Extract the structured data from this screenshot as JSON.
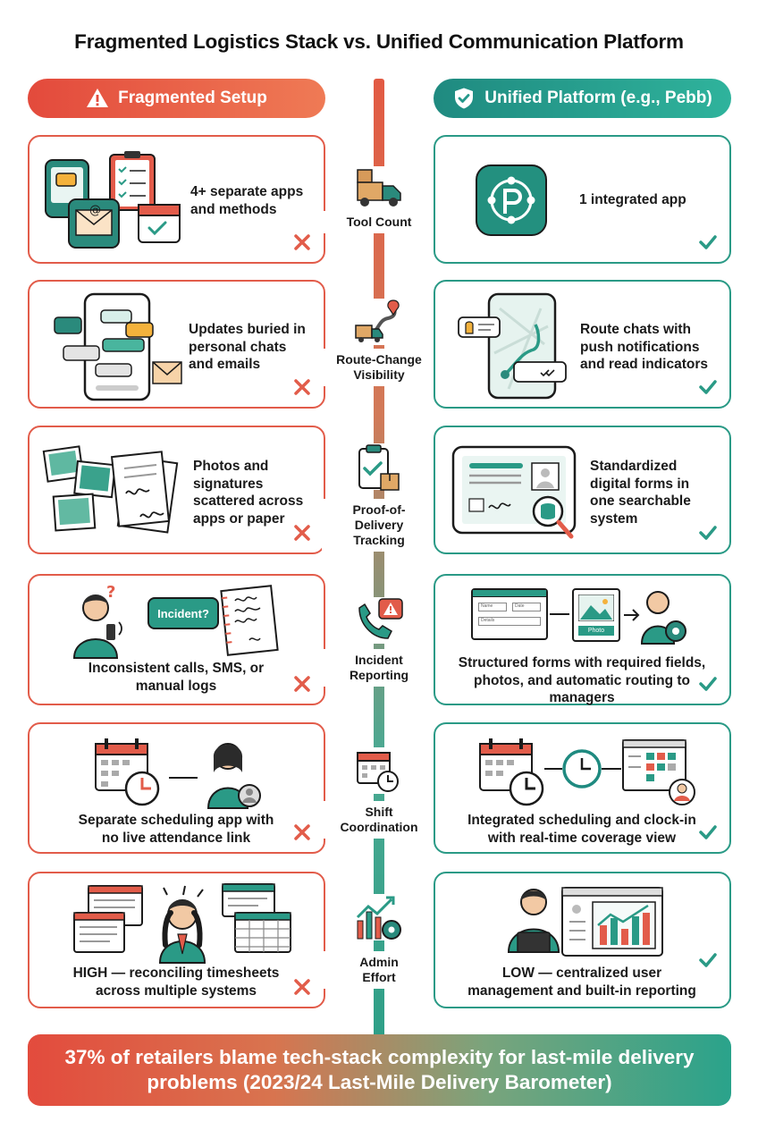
{
  "title": "Fragmented Logistics Stack vs. Unified Communication Platform",
  "headers": {
    "left": "Fragmented Setup",
    "right": "Unified Platform (e.g., Pebb)"
  },
  "rows": [
    {
      "label": "Tool Count",
      "bad": "4+ separate apps\nand methods",
      "good": "1 integrated app"
    },
    {
      "label": "Route-Change\nVisibility",
      "bad": "Updates buried in\npersonal chats\nand emails",
      "good": "Route chats with\npush notifications\nand read indicators"
    },
    {
      "label": "Proof-of-\nDelivery\nTracking",
      "bad": "Photos and\nsignatures\nscattered across\napps or paper",
      "good": "Standardized\ndigital forms in\none searchable\nsystem"
    },
    {
      "label": "Incident\nReporting",
      "bad": "Inconsistent calls, SMS, or\nmanual logs",
      "good": "Structured forms with required fields,\nphotos, and automatic routing to\nmanagers"
    },
    {
      "label": "Shift\nCoordination",
      "bad": "Separate scheduling app with\nno live attendance link",
      "good": "Integrated scheduling and clock-in\nwith real-time coverage view"
    },
    {
      "label": "Admin\nEffort",
      "bad": "HIGH — reconciling timesheets\nacross multiple systems",
      "good": "LOW — centralized user\nmanagement and built-in reporting"
    }
  ],
  "art_text": {
    "incident_bubble": "Incident?",
    "form_field_1": "Name",
    "form_field_2": "Date",
    "form_field_3": "Details",
    "photo_label": "Photo"
  },
  "footer": "37% of retailers blame tech-stack complexity for last-mile delivery problems (2023/24 Last-Mile Delivery Barometer)",
  "colors": {
    "bad": "#e25c4a",
    "good": "#2a9a86",
    "divider_top": "#e25a43",
    "divider_bottom": "#2e9f87"
  },
  "icons": [
    "warning-icon",
    "shield-check-icon",
    "cross-icon",
    "check-icon",
    "truck-icon",
    "route-icon",
    "clipboard-icon",
    "phone-alert-icon",
    "calendar-clock-icon",
    "chart-gear-icon"
  ]
}
